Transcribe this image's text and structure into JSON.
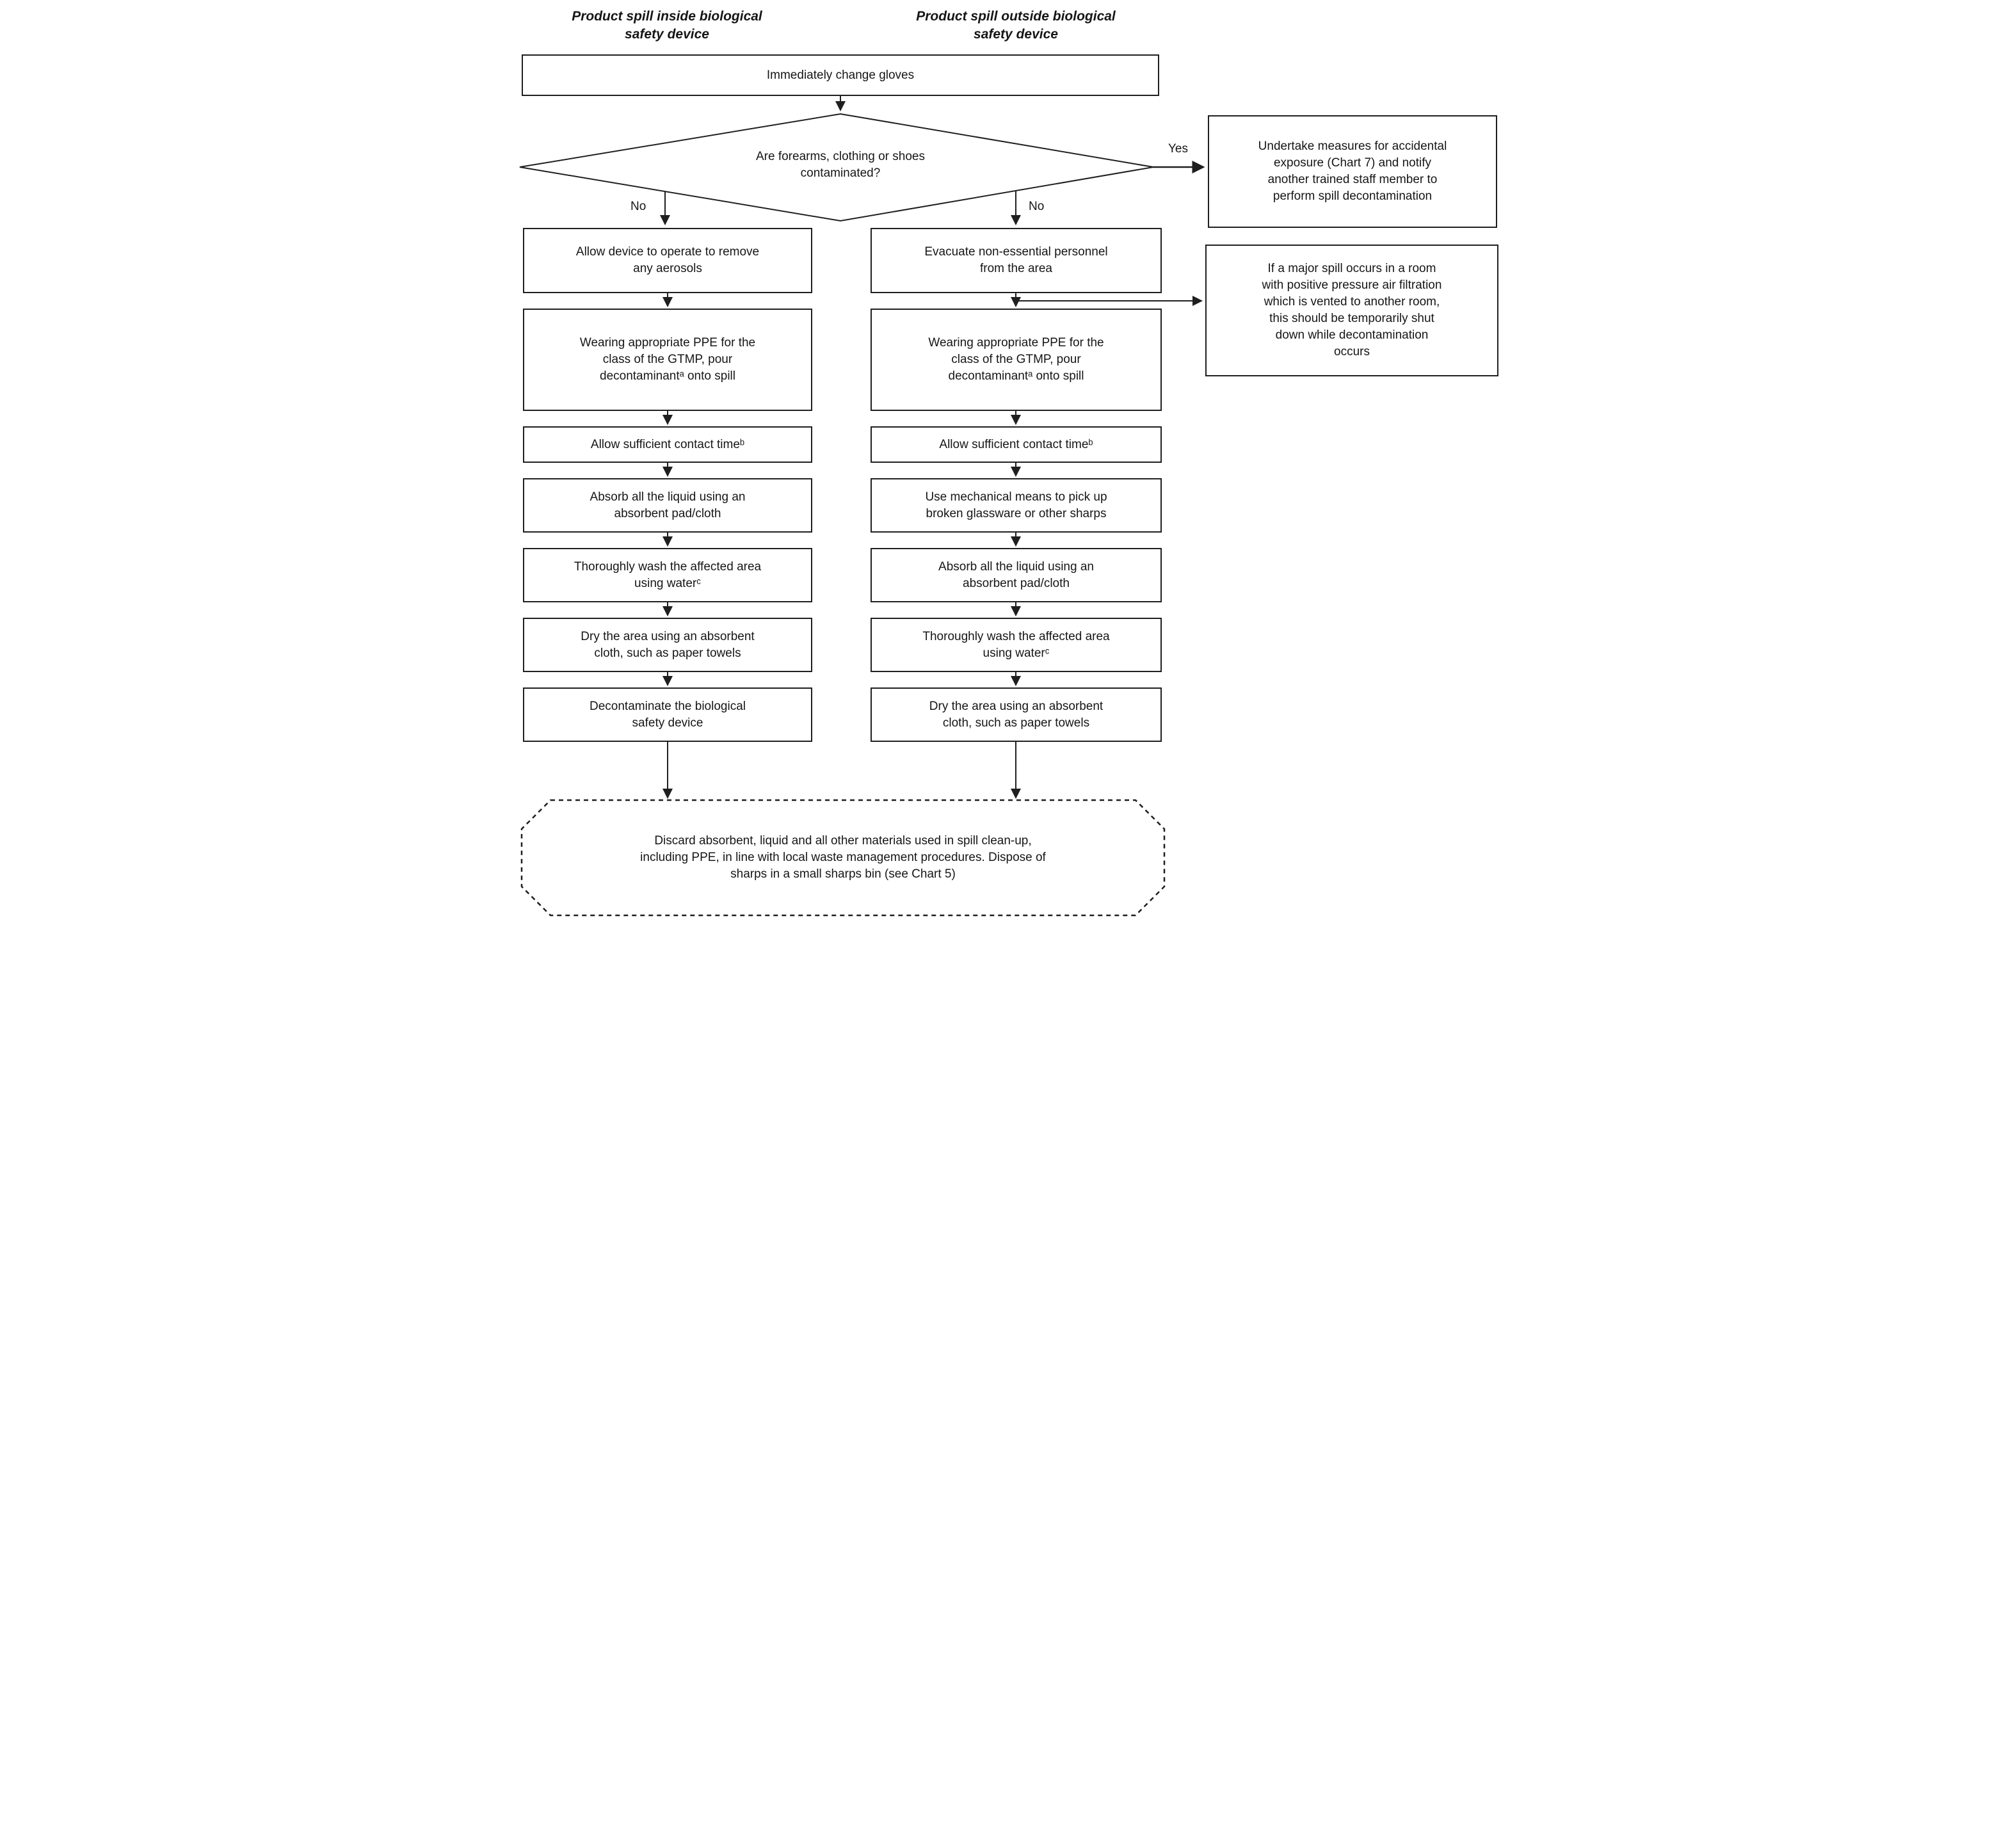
{
  "headers": {
    "left_lines": [
      "Product spill inside biological",
      "safety device"
    ],
    "right_lines": [
      "Product spill outside biological",
      "safety device"
    ]
  },
  "start": {
    "lines": [
      "Immediately change gloves"
    ]
  },
  "decision": {
    "lines": [
      "Are forearms, clothing or shoes",
      "contaminated?"
    ],
    "yes_label": "Yes",
    "no_label_left": "No",
    "no_label_right": "No"
  },
  "yes_outcome": {
    "lines": [
      "Undertake measures for accidental",
      "exposure (Chart 7) and notify",
      "another trained staff member to",
      "perform spill decontamination"
    ]
  },
  "pressure_note": {
    "lines": [
      "If a major spill occurs in a room",
      "with positive pressure air filtration",
      "which is vented to another room,",
      "this should be temporarily shut",
      "down while decontamination",
      "occurs"
    ]
  },
  "left_steps": [
    {
      "lines": [
        "Allow device to operate to remove",
        "any aerosols"
      ]
    },
    {
      "lines": [
        "Wearing appropriate PPE for the",
        "class of the GTMP, pour",
        "decontaminantᵃ onto spill"
      ]
    },
    {
      "lines": [
        "Allow sufficient contact timeᵇ"
      ]
    },
    {
      "lines": [
        "Absorb all the liquid using an",
        "absorbent pad/cloth"
      ]
    },
    {
      "lines": [
        "Thoroughly wash the affected area",
        "using waterᶜ"
      ]
    },
    {
      "lines": [
        "Dry the area using an absorbent",
        "cloth, such as paper towels"
      ]
    },
    {
      "lines": [
        "Decontaminate the biological",
        "safety device"
      ]
    }
  ],
  "right_steps": [
    {
      "lines": [
        "Evacuate non-essential personnel",
        "from the area"
      ]
    },
    {
      "lines": [
        "Wearing appropriate PPE for the",
        "class of the GTMP, pour",
        "decontaminantᵃ onto spill"
      ]
    },
    {
      "lines": [
        "Allow sufficient contact timeᵇ"
      ]
    },
    {
      "lines": [
        "Use mechanical means to pick up",
        "broken glassware or other sharps"
      ]
    },
    {
      "lines": [
        "Absorb all the liquid using an",
        "absorbent pad/cloth"
      ]
    },
    {
      "lines": [
        "Thoroughly wash the affected area",
        "using waterᶜ"
      ]
    },
    {
      "lines": [
        "Dry the area using an absorbent",
        "cloth, such as paper towels"
      ]
    }
  ],
  "end_terminator": {
    "lines": [
      "Discard absorbent, liquid and all other materials used in spill clean-up,",
      "including PPE, in line with local waste management procedures. Dispose of",
      "sharps in a small sharps bin (see Chart 5)"
    ]
  }
}
